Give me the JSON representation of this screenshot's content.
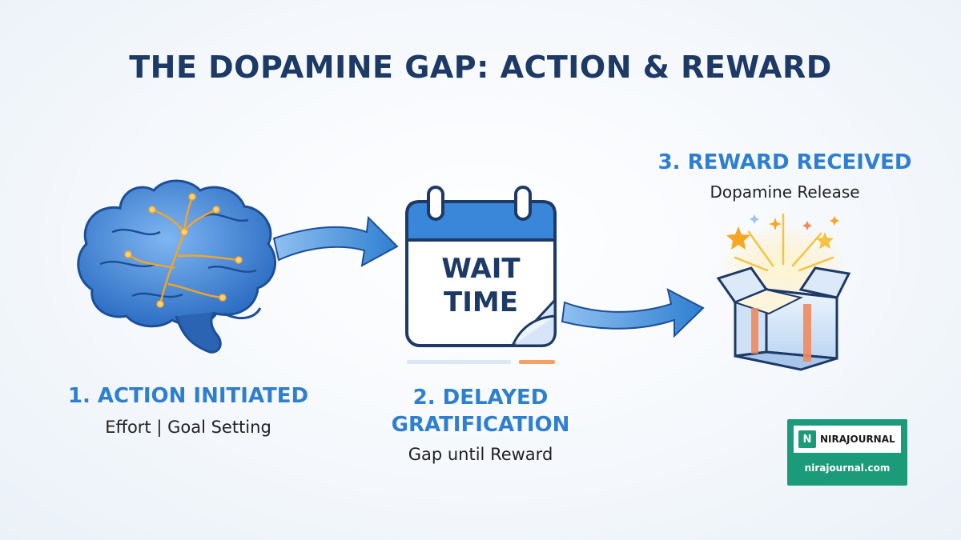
{
  "title": "THE DOPAMINE GAP: ACTION & REWARD",
  "steps": [
    {
      "title": "1. ACTION INITIATED",
      "subtitle": "Effort | Goal Setting"
    },
    {
      "title_line1": "2. DELAYED",
      "title_line2": "GRATIFICATION",
      "subtitle": "Gap until Reward"
    },
    {
      "title": "3. REWARD RECEIVED",
      "subtitle": "Dopamine Release"
    }
  ],
  "calendar": {
    "line1": "WAIT",
    "line2": "TIME"
  },
  "badge": {
    "logo_letter": "N",
    "name": "NIRAJOURNAL",
    "url": "nirajournal.com"
  },
  "colors": {
    "title": "#1d3a66",
    "step_title": "#2f7fd1",
    "arrow": "#2f7fd1",
    "badge": "#1c9b7a",
    "glow": "#f5a623"
  },
  "icons": [
    "brain-icon",
    "calendar-icon",
    "gift-box-icon",
    "arrow-icon"
  ]
}
